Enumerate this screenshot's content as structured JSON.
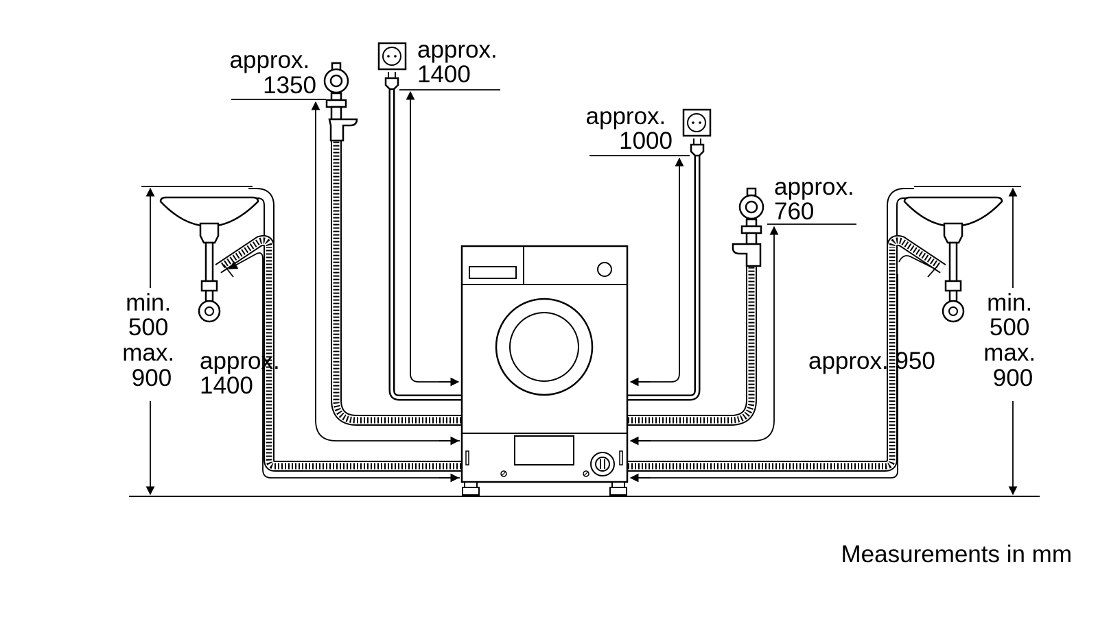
{
  "labels": {
    "left_drain_height": [
      "min.",
      "500",
      "max.",
      "900"
    ],
    "right_drain_height": [
      "min.",
      "500",
      "max.",
      "900"
    ],
    "left_drain_length": [
      "approx.",
      "1400"
    ],
    "left_inlet_length": [
      "approx.",
      "1350"
    ],
    "left_power_length": [
      "approx.",
      "1400"
    ],
    "right_power_length": [
      "approx.",
      "1000"
    ],
    "right_inlet_length": [
      "approx.",
      "760"
    ],
    "right_drain_length": "approx. 950",
    "units_note": "Measurements in mm"
  }
}
